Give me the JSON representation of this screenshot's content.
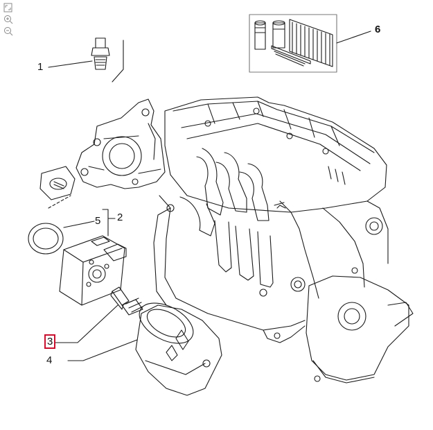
{
  "toolbar": {
    "tools": [
      {
        "name": "fit-to-screen",
        "icon": "fit-screen-icon"
      },
      {
        "name": "zoom-in",
        "icon": "zoom-in-icon"
      },
      {
        "name": "zoom-out",
        "icon": "zoom-out-icon"
      }
    ]
  },
  "callouts": {
    "c1": "1",
    "c2": "2",
    "c3": "3",
    "c4": "4",
    "c5": "5",
    "c6": "6"
  },
  "selected_callout": "3",
  "colors": {
    "line": "#1a1a1a",
    "selection": "#c8102e",
    "background": "#ffffff"
  }
}
